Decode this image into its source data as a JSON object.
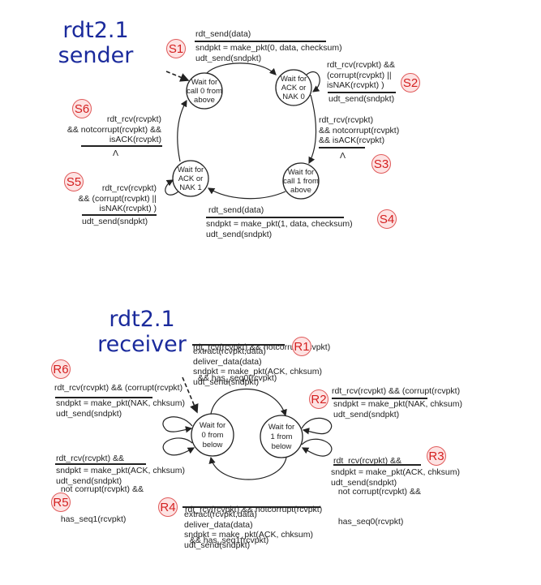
{
  "sender": {
    "title_line1": "rdt2.1",
    "title_line2": "sender",
    "states": [
      {
        "id": "wait-call0",
        "lines": [
          "Wait for",
          "call 0 from",
          "above"
        ]
      },
      {
        "id": "wait-ack0",
        "lines": [
          "Wait for",
          "ACK or",
          "NAK 0"
        ]
      },
      {
        "id": "wait-call1",
        "lines": [
          "Wait for",
          "call 1 from",
          "above"
        ]
      },
      {
        "id": "wait-ack1",
        "lines": [
          "Wait for",
          "ACK or",
          "NAK 1"
        ]
      }
    ],
    "transitions": {
      "s1": {
        "badge": "S1",
        "event": [
          "rdt_send(data)"
        ],
        "actions": [
          "sndpkt = make_pkt(0, data, checksum)",
          "udt_send(sndpkt)"
        ]
      },
      "s2": {
        "badge": "S2",
        "event": [
          "rdt_rcv(rcvpkt) &&",
          "(corrupt(rcvpkt) ||",
          "isNAK(rcvpkt) )"
        ],
        "actions": [
          "udt_send(sndpkt)"
        ]
      },
      "s3": {
        "badge": "S3",
        "event": [
          "rdt_rcv(rcvpkt)",
          "&& notcorrupt(rcvpkt)",
          "&& isACK(rcvpkt)"
        ],
        "actions": [
          "Λ"
        ]
      },
      "s4": {
        "badge": "S4",
        "event": [
          "rdt_send(data)"
        ],
        "actions": [
          "sndpkt = make_pkt(1, data, checksum)",
          "udt_send(sndpkt)"
        ]
      },
      "s5": {
        "badge": "S5",
        "event": [
          "rdt_rcv(rcvpkt)",
          "&& (corrupt(rcvpkt) ||",
          "isNAK(rcvpkt) )"
        ],
        "actions": [
          "udt_send(sndpkt)"
        ]
      },
      "s6": {
        "badge": "S6",
        "event": [
          "rdt_rcv(rcvpkt)",
          "&& notcorrupt(rcvpkt) &&",
          "isACK(rcvpkt)"
        ],
        "actions": [
          "Λ"
        ]
      }
    }
  },
  "receiver": {
    "title_line1": "rdt2.1",
    "title_line2": "receiver",
    "states": [
      {
        "id": "wait-0-below",
        "lines": [
          "Wait for",
          "0 from",
          "below"
        ]
      },
      {
        "id": "wait-1-below",
        "lines": [
          "Wait for",
          "1 from",
          "below"
        ]
      }
    ],
    "transitions": {
      "r1": {
        "badge": "R1",
        "event": [
          "rdt_rcv(rcvpkt) && notcorrupt(rcvpkt)",
          "  && has_seq0(rcvpkt)"
        ],
        "actions": [
          "extract(rcvpkt,data)",
          "deliver_data(data)",
          "sndpkt = make_pkt(ACK, chksum)",
          "udt_send(sndpkt)"
        ]
      },
      "r2": {
        "badge": "R2",
        "event": [
          "rdt_rcv(rcvpkt) && (corrupt(rcvpkt)"
        ],
        "actions": [
          "sndpkt = make_pkt(NAK, chksum)",
          "udt_send(sndpkt)"
        ]
      },
      "r3": {
        "badge": "R3",
        "event": [
          "rdt_rcv(rcvpkt) &&",
          "  not corrupt(rcvpkt) &&",
          "  has_seq0(rcvpkt)"
        ],
        "actions": [
          "sndpkt = make_pkt(ACK, chksum)",
          "udt_send(sndpkt)"
        ]
      },
      "r4": {
        "badge": "R4",
        "event": [
          "rdt_rcv(rcvpkt) && notcorrupt(rcvpkt)",
          "  && has_seq1(rcvpkt)"
        ],
        "actions": [
          "extract(rcvpkt,data)",
          "deliver_data(data)",
          "sndpkt = make_pkt(ACK, chksum)",
          "udt_send(sndpkt)"
        ]
      },
      "r5": {
        "badge": "R5",
        "event": [
          "rdt_rcv(rcvpkt) &&",
          "  not corrupt(rcvpkt) &&",
          "  has_seq1(rcvpkt)"
        ],
        "actions": [
          "sndpkt = make_pkt(ACK, chksum)",
          "udt_send(sndpkt)"
        ]
      },
      "r6": {
        "badge": "R6",
        "event": [
          "rdt_rcv(rcvpkt) && (corrupt(rcvpkt)"
        ],
        "actions": [
          "sndpkt = make_pkt(NAK, chksum)",
          "udt_send(sndpkt)"
        ]
      }
    }
  },
  "colors": {
    "title": "#1a2a9c",
    "badge_fill": "#fde3e3",
    "badge_border": "#e05a5a",
    "badge_text": "#d41f1f",
    "line": "#222222"
  }
}
